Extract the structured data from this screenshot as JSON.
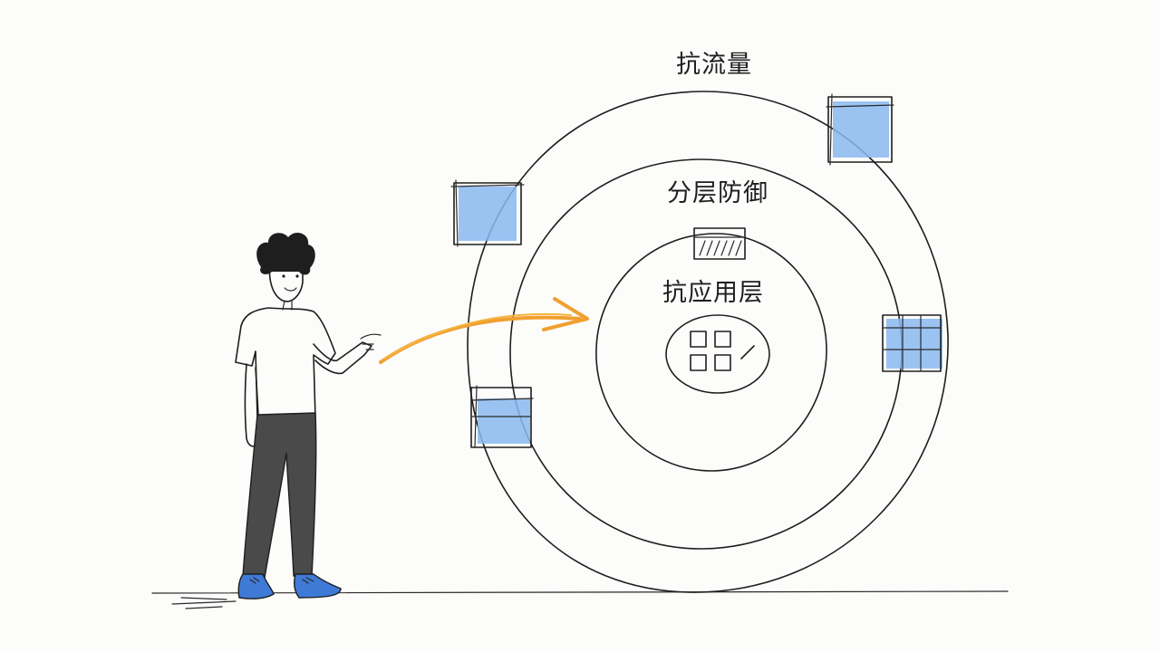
{
  "diagram": {
    "outer_label": "抗流量",
    "middle_label": "分层防御",
    "inner_label": "抗应用层"
  },
  "colors": {
    "ink": "#1e1e1e",
    "accent_blue": "#7fb2ee",
    "arrow_orange": "#f0a030",
    "pants": "#4a4a4a",
    "shoes": "#3f7ad6"
  },
  "icons": {
    "node_top_left": "window-icon",
    "node_top_right": "window-icon",
    "node_right": "grid-panel-icon",
    "node_left_bottom": "window-icon",
    "middle_ring_icon": "firewall-panel-icon",
    "inner_icon": "app-grid-icon"
  }
}
